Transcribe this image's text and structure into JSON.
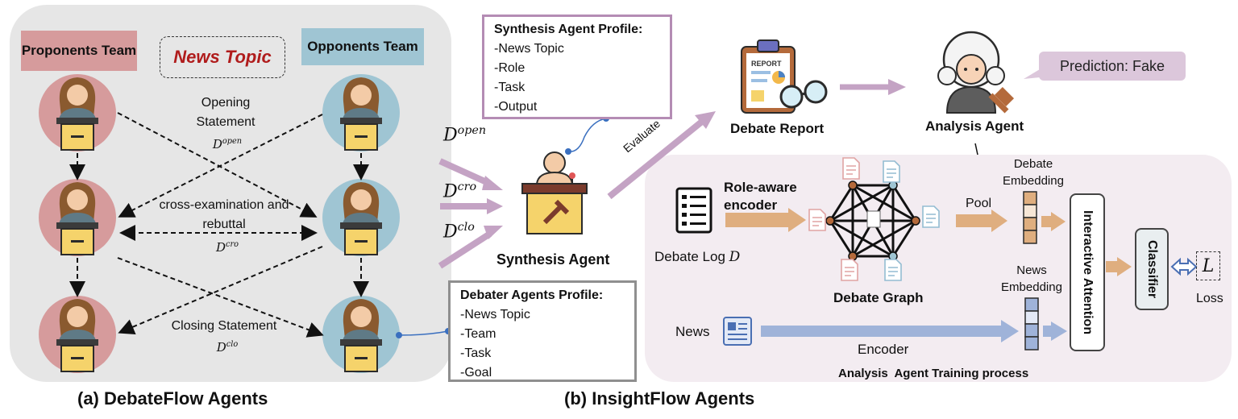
{
  "panel_a": {
    "proponents_label": "Proponents Team",
    "opponents_label": "Opponents Team",
    "topic_label": "News Topic",
    "opening_label": "Opening Statement",
    "opening_symbol": "Dopen",
    "cross_label": "cross-examination and rebuttal",
    "cross_symbol": "Dcro",
    "closing_label": "Closing Statement",
    "closing_symbol": "Dclo",
    "caption": "(a) DebateFlow Agents"
  },
  "synthesis": {
    "d_open": "Dopen",
    "d_cro": "Dcro",
    "d_clo": "Dclo",
    "agent_label": "Synthesis Agent",
    "evaluate_label": "Evaluate",
    "profile_title": "Synthesis Agent Profile:",
    "profile_items": [
      "-News Topic",
      "-Role",
      "-Task",
      "-Output"
    ]
  },
  "debater_profile": {
    "title": "Debater Agents Profile:",
    "items": [
      "-News Topic",
      "-Team",
      "-Task",
      "-Goal"
    ]
  },
  "report": {
    "label": "Debate Report",
    "clip_text": "REPORT"
  },
  "analysis": {
    "label": "Analysis Agent",
    "prediction": "Prediction: Fake"
  },
  "panel_b": {
    "role_aware_encoder": "Role-aware encoder",
    "debate_log": "Debate Log",
    "debate_log_symbol": "D",
    "debate_graph": "Debate Graph",
    "pool": "Pool",
    "debate_embedding": "Debate Embedding",
    "news_embedding": "News Embedding",
    "interactive_attention": "Interactive Attention",
    "classifier": "Classifier",
    "loss_symbol": "L",
    "loss": "Loss",
    "news": "News",
    "encoder": "Encoder",
    "training_process": "Analysis  Agent Training process",
    "caption": "(b) InsightFlow Agents"
  },
  "colors": {
    "proponent": "#d69b9c",
    "opponent": "#9fc5d3",
    "purple_arrow": "#c4a3c4",
    "orange_arrow": "#dfae7f",
    "blue_arrow": "#9fb3d9",
    "topic_red": "#b01c1c"
  },
  "icons": [
    "speaker-at-podium-icon",
    "judge-at-bench-icon",
    "report-clipboard-icon",
    "glasses-icon",
    "judge-avatar-icon",
    "list-document-icon",
    "document-icon",
    "newspaper-icon"
  ]
}
